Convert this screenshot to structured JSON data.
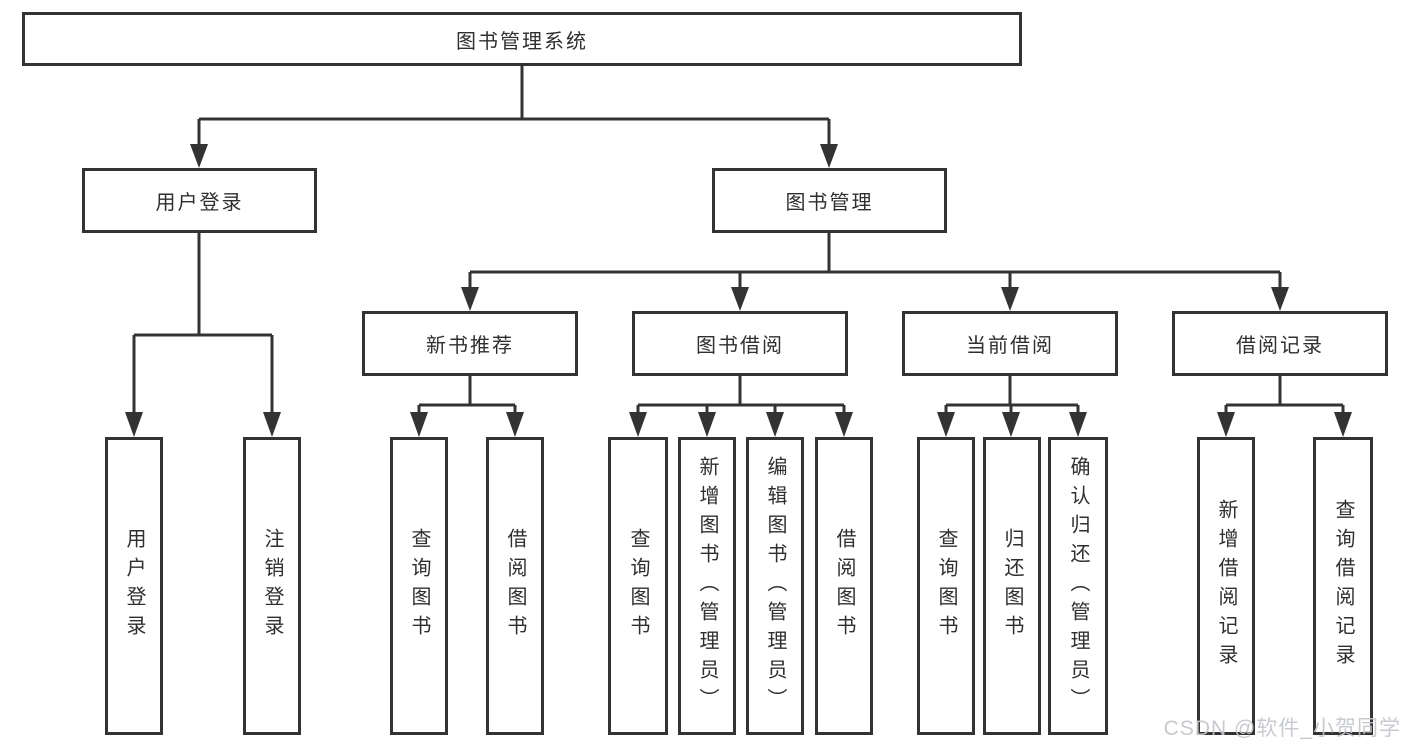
{
  "diagram": {
    "root": {
      "label": "图书管理系统"
    },
    "level2": [
      {
        "label": "用户登录"
      },
      {
        "label": "图书管理"
      }
    ],
    "level3": [
      {
        "label": "新书推荐"
      },
      {
        "label": "图书借阅"
      },
      {
        "label": "当前借阅"
      },
      {
        "label": "借阅记录"
      }
    ],
    "leaves": [
      {
        "label": "用户登录"
      },
      {
        "label": "注销登录"
      },
      {
        "label": "查询图书"
      },
      {
        "label": "借阅图书"
      },
      {
        "label": "查询图书"
      },
      {
        "label": "新增图书（管理员）"
      },
      {
        "label": "编辑图书（管理员）"
      },
      {
        "label": "借阅图书"
      },
      {
        "label": "查询图书"
      },
      {
        "label": "归还图书"
      },
      {
        "label": "确认归还（管理员）"
      },
      {
        "label": "新增借阅记录"
      },
      {
        "label": "查询借阅记录"
      }
    ]
  },
  "watermark": {
    "text": "CSDN @软件_小贺同学"
  },
  "colors": {
    "line": "#333333",
    "text": "#2f2f2f",
    "background": "#ffffff",
    "watermark": "#c3c6ca"
  }
}
